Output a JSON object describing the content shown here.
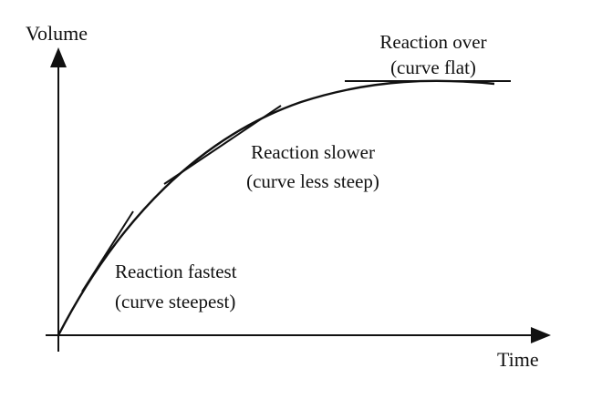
{
  "axes": {
    "y_label": "Volume",
    "x_label": "Time"
  },
  "annotations": {
    "fastest": {
      "line1": "Reaction fastest",
      "line2": "(curve steepest)"
    },
    "slower": {
      "line1": "Reaction slower",
      "line2": "(curve less steep)"
    },
    "over": {
      "line1": "Reaction over",
      "line2": "(curve flat)"
    }
  },
  "colors": {
    "ink": "#111111",
    "background": "#ffffff"
  }
}
